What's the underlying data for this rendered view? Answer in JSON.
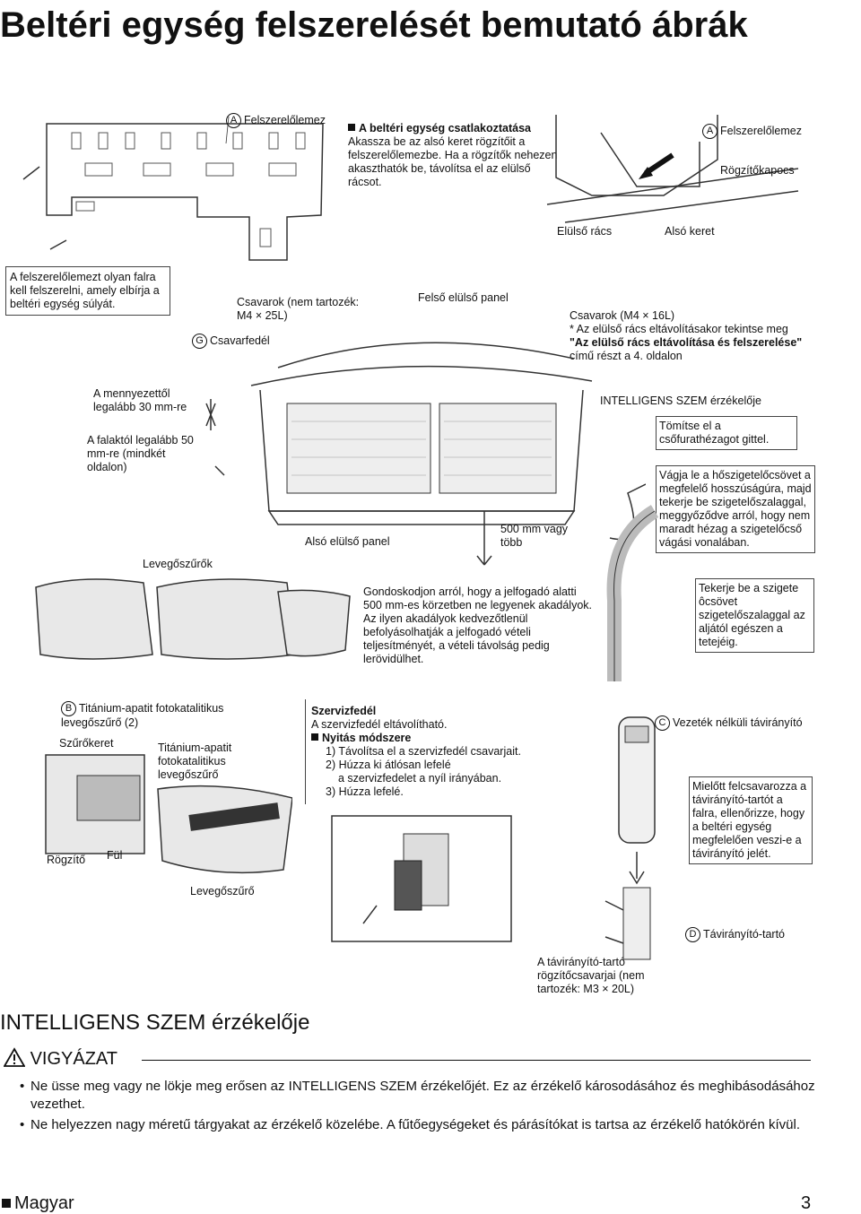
{
  "page": {
    "title": "Beltéri egység felszerelését bemutató ábrák",
    "footer_lang": "Magyar",
    "page_number": "3"
  },
  "install": {
    "plate_circle": "A",
    "plate_label": "Felszerelőlemez",
    "wall_note": "A felszerelőlemezt olyan falra kell felszerelni, amely elbírja a beltéri egység súlyát.",
    "connect_title": "A beltéri egység csatlakoztatása",
    "connect_text": "Akassza be az alsó keret rögzítőit a felszerelőlemezbe. Ha a rögzítők nehezen akaszthatók be, távolítsa el az elülső rácsot.",
    "detail_circle": "A",
    "detail_plate": "Felszerelőlemez",
    "detail_hook": "Rögzítőkapocs",
    "detail_grille": "Elülső rács",
    "detail_frame": "Alsó keret",
    "screws_top": "Csavarok (nem tartozék: M4 × 25L)",
    "screw_cover_circle": "G",
    "screw_cover": "Csavarfedél",
    "upper_panel": "Felső elülső panel",
    "screws_right": "Csavarok (M4 × 16L)",
    "screws_right_note": "* Az elülső rács eltávolításakor tekintse meg",
    "screws_right_bold": "\"Az elülső rács eltávolítása és felszerelése\"",
    "screws_right_tail": "című részt a 4. oldalon",
    "ceiling": "A mennyezettől legalább 30 mm-re",
    "wall": "A falaktól legalább 50 mm-re (mindkét oldalon)",
    "lower_panel": "Alsó elülső panel",
    "filters": "Levegőszűrők",
    "clearance": "500 mm vagy több",
    "intelligent_eye": "INTELLIGENS SZEM érzékelője",
    "seal": "Tömítse el a csőfurathézagot gittel.",
    "cut_insulation": "Vágja le a hőszigetelőcsövet a megfelelő hosszúságúra, majd tekerje be szigetelőszalaggal, meggyőződve arról, hogy nem maradt hézag a szigetelőcső vágási vonalában.",
    "wrap_insulation": "Tekerje be a szigete ôcsövet szigetelőszalaggal az aljától egészen a tetejéig.",
    "receiver_note": "Gondoskodjon arról, hogy a jelfogadó alatti 500 mm-es körzetben ne legyenek akadályok. Az ilyen akadályok kedvezőtlenül befolyásolhatják a jelfogadó vételi teljesítményét, a vételi távolság pedig lerövidülhet."
  },
  "filter_detail": {
    "circle": "B",
    "title": "Titánium-apatit fotokatalitikus levegőszűrő (2)",
    "frame": "Szűrőkeret",
    "filter_name": "Titánium-apatit fotokatalitikus levegőszűrő",
    "holder": "Rögzítő",
    "tab": "Fül",
    "air_filter": "Levegőszűrő"
  },
  "service_cover": {
    "title": "Szervizfedél",
    "removable": "A szervizfedél eltávolítható.",
    "open_title": "Nyitás módszere",
    "step1": "1) Távolítsa el a szervizfedél csavarjait.",
    "step2a": "2) Húzza ki átlósan lefelé",
    "step2b": "a szervizfedelet a nyíl irányában.",
    "step3": "3) Húzza lefelé."
  },
  "remote": {
    "circle_c": "C",
    "wireless": "Vezeték nélküli távirányító",
    "before_screw": "Mielőtt felcsavarozza a távirányító-tartót a falra, ellenőrizze, hogy a beltéri egység megfelelően veszi-e a távirányító jelét.",
    "circle_d": "D",
    "holder": "Távirányító-tartó",
    "holder_screws": "A távirányító-tartó rögzítőcsavarjai (nem tartozék: M3 × 20L)"
  },
  "eye_section": {
    "heading": "INTELLIGENS SZEM érzékelője",
    "caution": "VIGYÁZAT",
    "bullet1": "Ne üsse meg vagy ne lökje meg erősen az INTELLIGENS SZEM érzékelőjét. Ez az érzékelő károsodásához és meghibásodásához vezethet.",
    "bullet2": "Ne helyezzen nagy méretű tárgyakat az érzékelő közelébe. A fűtőegységeket és párásítókat is tartsa az érzékelő hatókörén kívül."
  }
}
